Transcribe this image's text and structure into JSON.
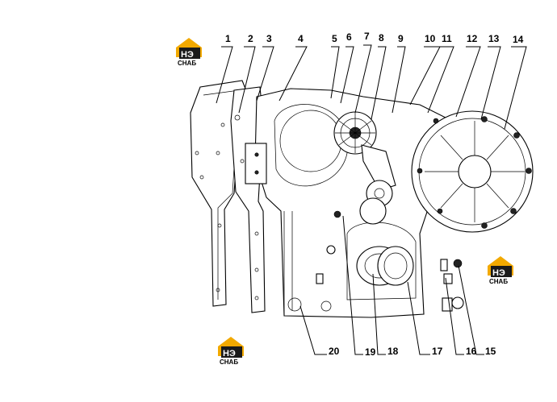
{
  "callouts": {
    "top": [
      "1",
      "2",
      "3",
      "4",
      "5",
      "6",
      "7",
      "8",
      "9",
      "10",
      "11",
      "12",
      "13",
      "14"
    ],
    "bottom": [
      "20",
      "19",
      "18",
      "17",
      "16",
      "15"
    ]
  },
  "logo": {
    "mark": "НЭ",
    "caption": "СНАБ",
    "colors": {
      "accent": "#f2a900",
      "dark": "#1a1a1a"
    }
  }
}
